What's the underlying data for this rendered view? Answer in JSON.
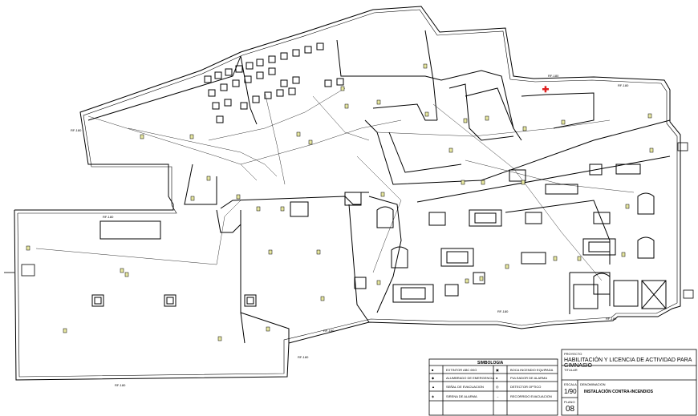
{
  "legend": {
    "title": "SIMBOLOGIA",
    "items": [
      {
        "icon": "extintor-icon",
        "label": "EXTINTOR ABC 6KG"
      },
      {
        "icon": "bie-icon",
        "label": "BOCA INCENDIO EQUIPADA"
      },
      {
        "icon": "emergencia-icon",
        "label": "ALUMBRADO DE EMERGENCIA"
      },
      {
        "icon": "pulsador-icon",
        "label": "PULSADOR DE ALARMA"
      },
      {
        "icon": "senal-icon",
        "label": "SEÑAL DE EVACUACION"
      },
      {
        "icon": "detector-icon",
        "label": "DETECTOR OPTICO"
      },
      {
        "icon": "sirena-icon",
        "label": "SIRENA DE ALARMA"
      },
      {
        "icon": "recorrido-icon",
        "label": "RECORRIDO EVACUACION"
      }
    ]
  },
  "title_block": {
    "project_label": "PROYECTO",
    "project": "HABILITACIÓN Y LICENCIA DE ACTIVIDAD PARA GIMNASIO",
    "owner_label": "TITULAR",
    "scale_label": "ESCALA",
    "scale": "1/90",
    "plan_label": "DENOMINACION",
    "plan_name": "INSTALACIÓN CONTRA-INCENDIOS",
    "sheet_label": "PLANO",
    "sheet": "08"
  },
  "level_tags": [
    "RF-180",
    "RF-180",
    "RF-180",
    "RF-180",
    "RF-180",
    "RF-180",
    "RF-180",
    "RF-180",
    "RF-180"
  ],
  "colors": {
    "ink": "#000000",
    "emergency": "#e02020",
    "fixture": "#e8e8a0"
  }
}
